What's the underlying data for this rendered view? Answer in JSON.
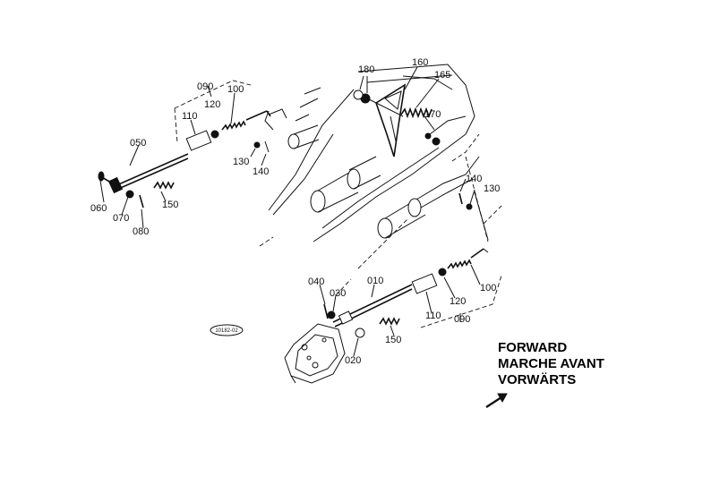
{
  "labels": {
    "p180": "180",
    "p160": "160",
    "p165": "165",
    "p170": "170",
    "p090_left": "090",
    "p120_left": "120",
    "p100_left": "100",
    "p110_left": "110",
    "p050": "050",
    "p130_left": "130",
    "p140_left": "140",
    "p060": "060",
    "p070": "070",
    "p080": "080",
    "p150_left": "150",
    "p140_right": "140",
    "p130_right": "130",
    "p040": "040",
    "p030": "030",
    "p010": "010",
    "p100_right": "100",
    "p120_right": "120",
    "p110_right": "110",
    "p090_right": "090",
    "p150_right": "150",
    "p020": "020"
  },
  "diagram_code": "10182-02",
  "direction": {
    "line1": "FORWARD",
    "line2": "MARCHE AVANT",
    "line3": "VORWÄRTS"
  },
  "icons": {
    "direction_arrow": "arrow-forward-icon"
  }
}
